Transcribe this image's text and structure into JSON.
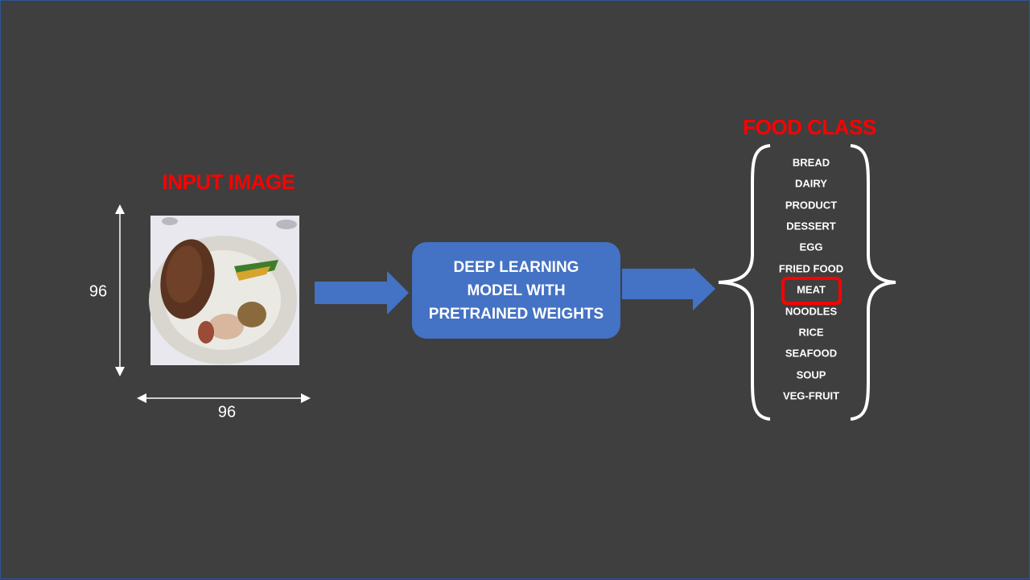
{
  "input": {
    "title": "INPUT IMAGE",
    "height_label": "96",
    "width_label": "96",
    "image": "food-photo-meat-plate"
  },
  "model": {
    "lines": [
      "DEEP LEARNING",
      "MODEL WITH",
      "PRETRAINED WEIGHTS"
    ],
    "color": "#4472c4"
  },
  "output": {
    "title": "FOOD CLASS",
    "classes": [
      "BREAD",
      "DAIRY",
      "PRODUCT",
      "DESSERT",
      "EGG",
      "FRIED FOOD",
      "MEAT",
      "NOODLES",
      "RICE",
      "SEAFOOD",
      "SOUP",
      "VEG-FRUIT"
    ],
    "highlighted": "MEAT",
    "highlight_color": "#ff0000"
  }
}
